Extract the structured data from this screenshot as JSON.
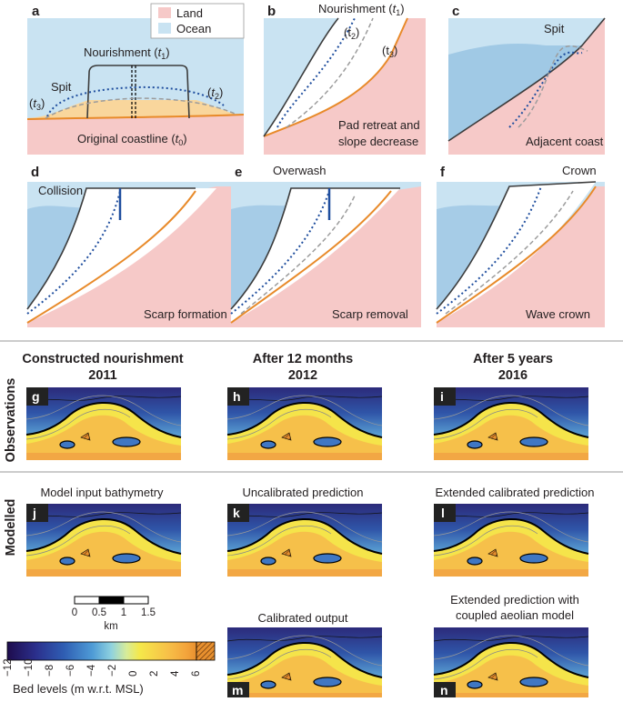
{
  "panels": {
    "a": {
      "letter": "a",
      "nourishment": "Nourishment (",
      "nourishment_t": "t",
      "nourishment_sub": "1",
      "nourishment_close": ")",
      "spit": "Spit",
      "t3": "(",
      "t3_t": "t",
      "t3_sub": "3",
      "t3_close": ")",
      "t2": "(",
      "t2_t": "t",
      "t2_sub": "2",
      "t2_close": ")",
      "coast": "Original coastline (",
      "coast_t": "t",
      "coast_sub": "0",
      "coast_close": ")"
    },
    "b": {
      "letter": "b",
      "nourishment": "Nourishment (",
      "t": "t",
      "sub": "1",
      "close": ")",
      "t2": "(t",
      "t2_sub": "2",
      "t2_close": ")",
      "t3": "(t",
      "t3_sub": "3",
      "t3_close": ")",
      "caption1": "Pad retreat and",
      "caption2": "slope decrease"
    },
    "c": {
      "letter": "c",
      "spit": "Spit",
      "caption": "Adjacent coast"
    },
    "d": {
      "letter": "d",
      "label": "Collision",
      "caption": "Scarp formation"
    },
    "e": {
      "letter": "e",
      "label": "Overwash",
      "caption": "Scarp removal"
    },
    "f": {
      "letter": "f",
      "label": "Crown",
      "caption": "Wave crown"
    }
  },
  "legend": {
    "land": "Land",
    "ocean": "Ocean",
    "land_color": "#f6c9c8",
    "ocean_color": "#c9e3f2"
  },
  "rows": {
    "observations": "Observations",
    "modelled": "Modelled"
  },
  "columns": [
    {
      "title": "Constructed nourishment",
      "year": "2011"
    },
    {
      "title": "After 12 months",
      "year": "2012"
    },
    {
      "title": "After 5 years",
      "year": "2016"
    }
  ],
  "maps": {
    "g": {
      "letter": "g"
    },
    "h": {
      "letter": "h"
    },
    "i": {
      "letter": "i"
    },
    "j": {
      "letter": "j",
      "title": "Model input bathymetry"
    },
    "k": {
      "letter": "k",
      "title": "Uncalibrated prediction"
    },
    "l": {
      "letter": "l",
      "title": "Extended calibrated prediction"
    },
    "m": {
      "letter": "m",
      "title": "Calibrated output"
    },
    "n": {
      "letter": "n",
      "title1": "Extended prediction with",
      "title2": "coupled aeolian model"
    }
  },
  "scalebar": {
    "ticks": [
      "0",
      "0.5",
      "1",
      "1.5"
    ],
    "unit": "km"
  },
  "colorbar": {
    "ticks": [
      "−12",
      "−10",
      "−8",
      "−6",
      "−4",
      "−2",
      "0",
      "2",
      "4",
      "6"
    ],
    "label": "Bed levels (m w.r.t. MSL)"
  }
}
